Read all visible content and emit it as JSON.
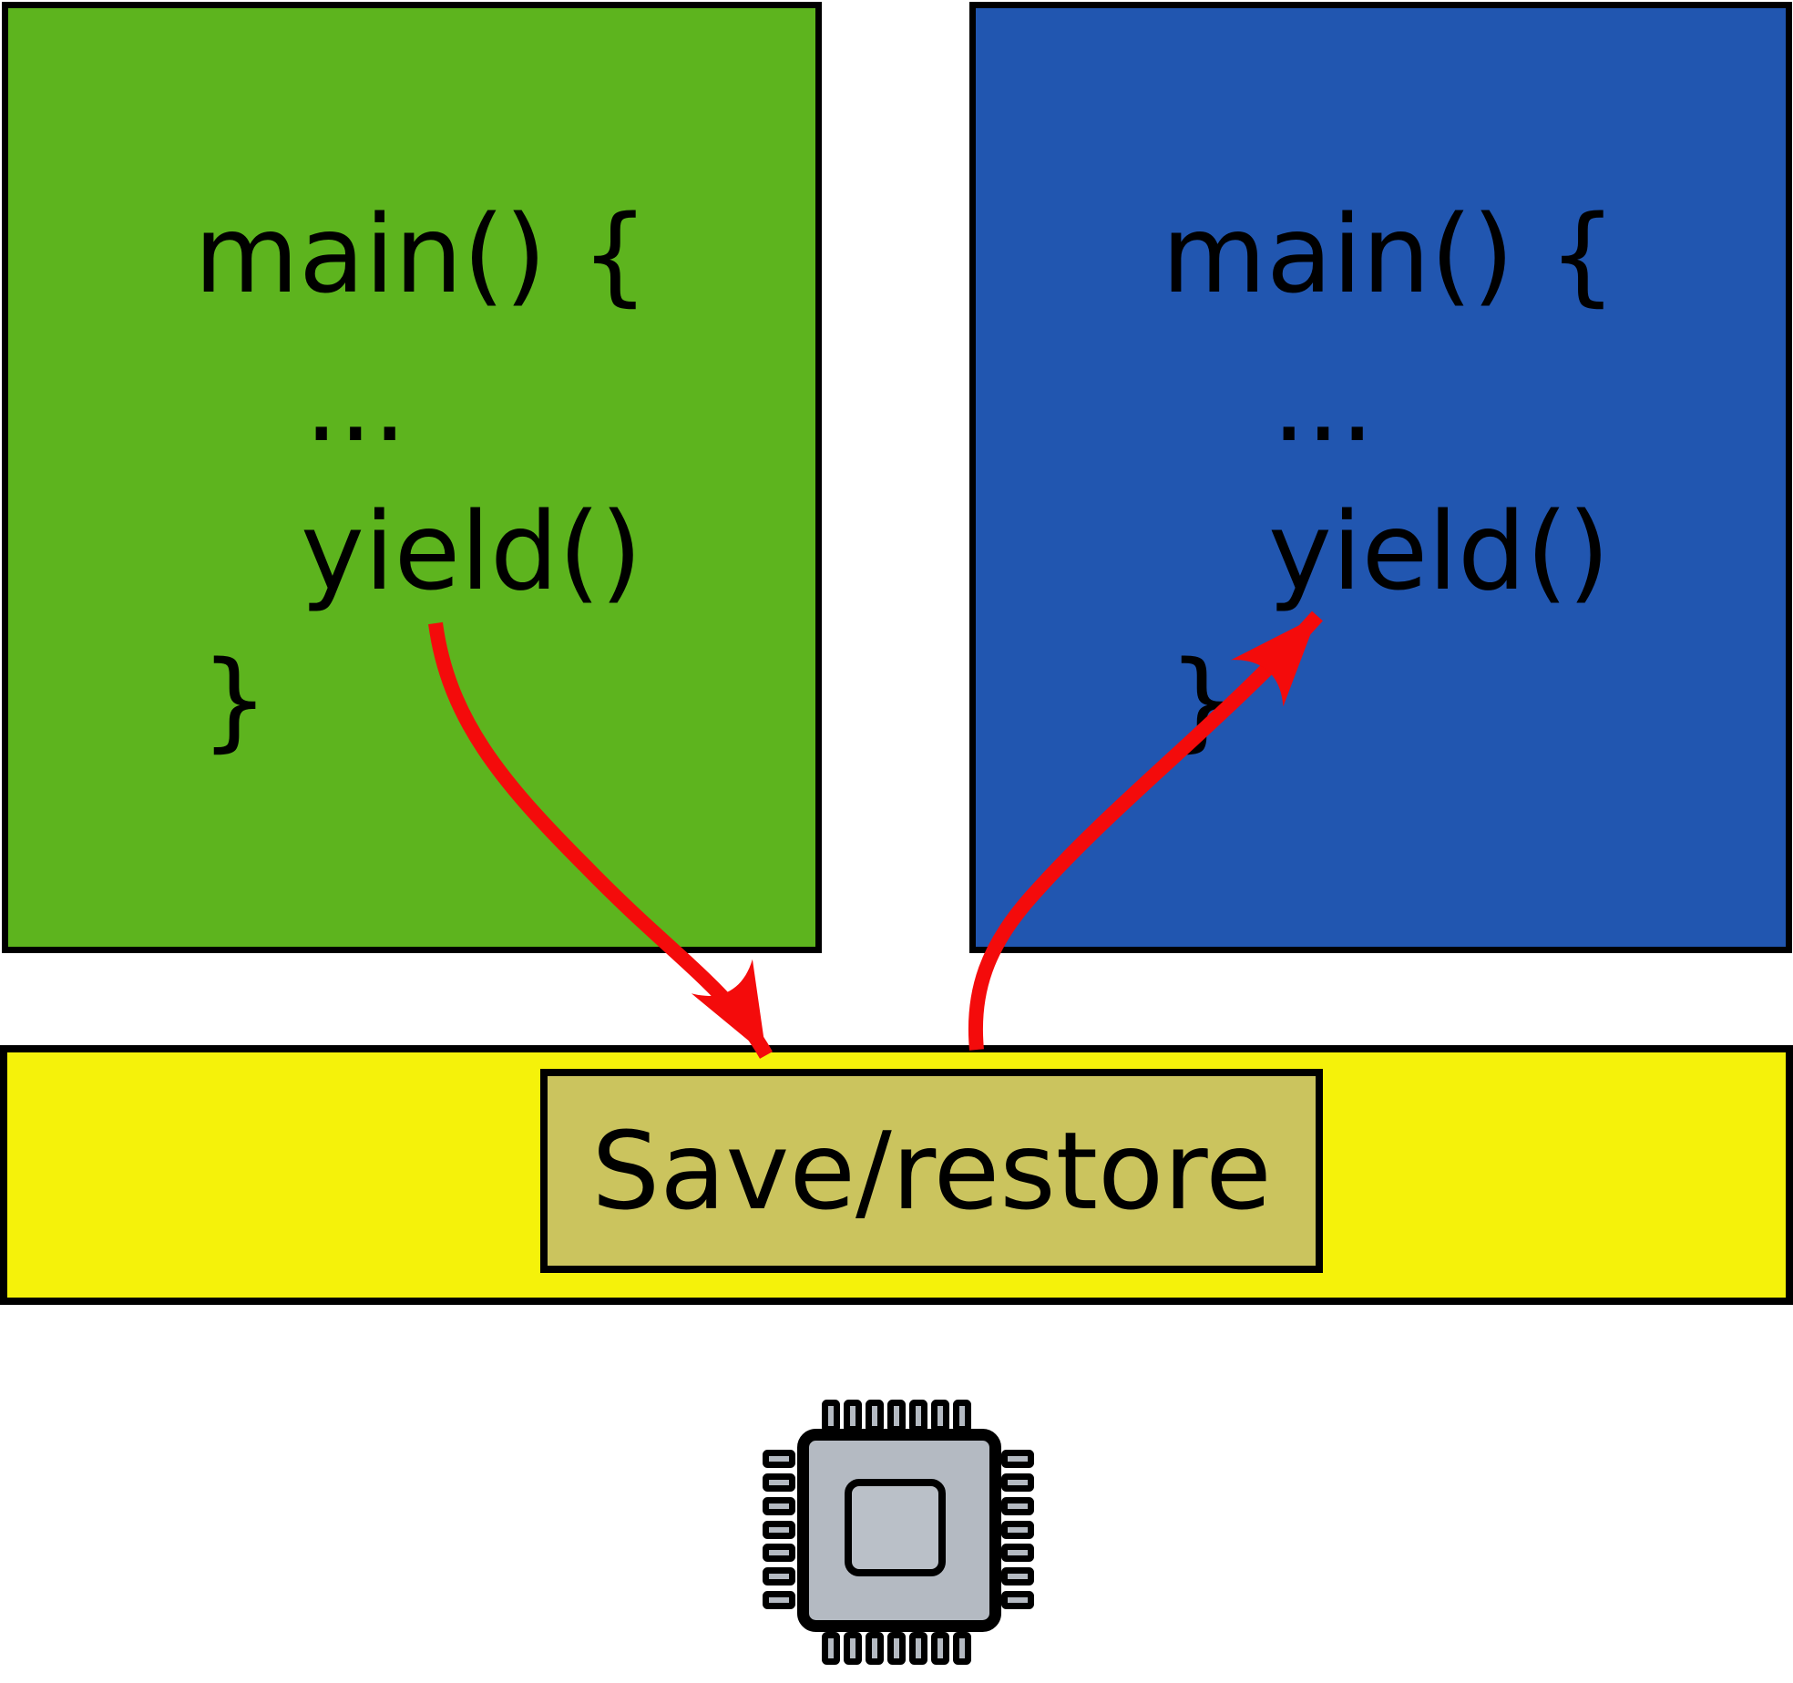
{
  "diagram": {
    "thread_green": {
      "lines": [
        "main() {",
        "...",
        "yield()",
        "}"
      ]
    },
    "thread_blue": {
      "lines": [
        "main() {",
        "...",
        "yield()",
        "}"
      ]
    },
    "scheduler": {
      "save_restore_label": "Save/restore"
    },
    "icons": {
      "cpu_chip": "cpu-chip-icon"
    },
    "colors": {
      "green_box": "#5db41e",
      "blue_box": "#2156b0",
      "yellow_bar": "#f5f20a",
      "save_restore_box": "#cbc45e",
      "arrow_red": "#f40b0b",
      "chip_body": "#b4bac2",
      "chip_core": "#bac0c8",
      "outline": "#000000"
    }
  }
}
